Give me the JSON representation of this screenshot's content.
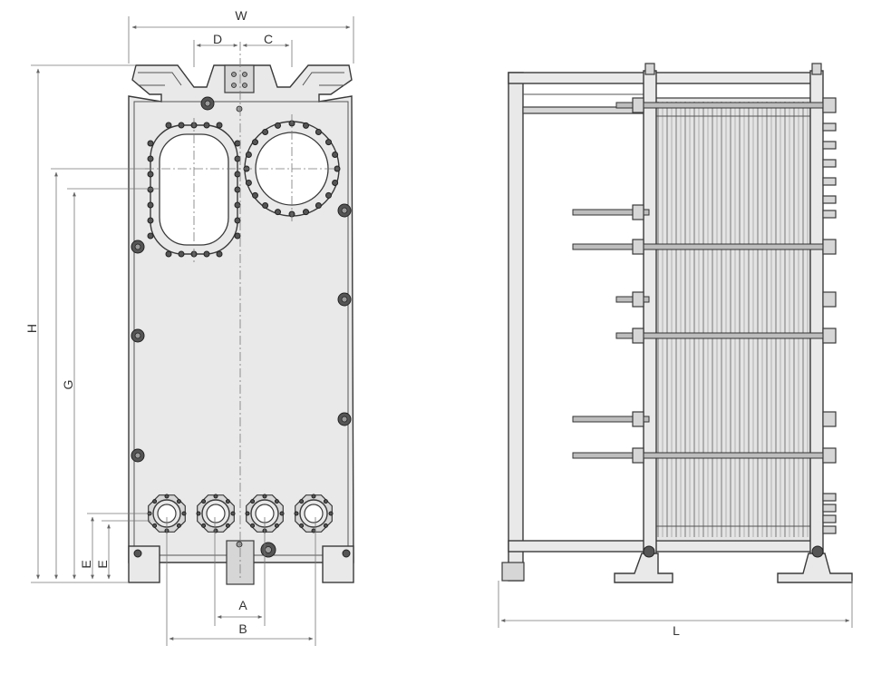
{
  "labels": {
    "W": "W",
    "D": "D",
    "C": "C",
    "H": "H",
    "G": "G",
    "E1": "E",
    "E2": "E",
    "A": "A",
    "B": "B",
    "L": "L"
  },
  "colors": {
    "line": "#3a3a3a",
    "plate_fill": "#e9e9e9",
    "shade": "#d6d6d6"
  }
}
